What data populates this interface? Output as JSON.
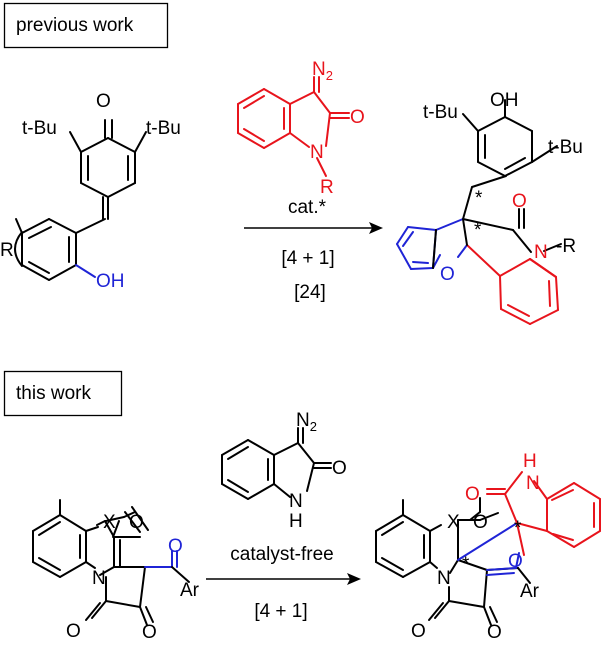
{
  "sections": {
    "previous": {
      "label": "previous work"
    },
    "current": {
      "label": "this work"
    }
  },
  "reaction1": {
    "conditions": [
      "cat.*",
      "[4 + 1]",
      "[24]"
    ],
    "reagent": {
      "diazo": "N",
      "subscript": "2",
      "carbonyl_o": "O",
      "amide_n": "N",
      "substituent": "R"
    },
    "reactant": {
      "ketone_o": "O",
      "tbu_left": "t-Bu",
      "tbu_right": "t-Bu",
      "r_group": "R",
      "hydroxyl": "OH"
    },
    "product": {
      "phenol": "OH",
      "tbu_left": "t-Bu",
      "tbu_right": "t-Bu",
      "ring_o": "O",
      "carbonyl_o": "O",
      "amide_n": "N",
      "substituent": "-R",
      "star1": "*",
      "star2": "*"
    }
  },
  "reaction2": {
    "conditions": [
      "catalyst-free",
      "[4 + 1]"
    ],
    "reagent": {
      "diazo": "N",
      "subscript": "2",
      "carbonyl_o": "O",
      "nh_n": "N",
      "nh_h": "H"
    },
    "reactant": {
      "x": "X",
      "o_upper": "O",
      "n": "N",
      "o_acyl": "O",
      "ar": "Ar",
      "o_left": "O",
      "o_right": "O"
    },
    "product": {
      "nh_h": "H",
      "nh_n": "N",
      "carbonyl_o": "O",
      "x": "X",
      "o_upper": "O",
      "ring_o": "O",
      "n": "N",
      "ar": "Ar",
      "o_left": "O",
      "o_right": "O",
      "star1": "*",
      "star2": "*"
    }
  },
  "colors": {
    "highlight_red": "#e8141c",
    "highlight_blue": "#1f24d6",
    "ink": "#000000"
  }
}
